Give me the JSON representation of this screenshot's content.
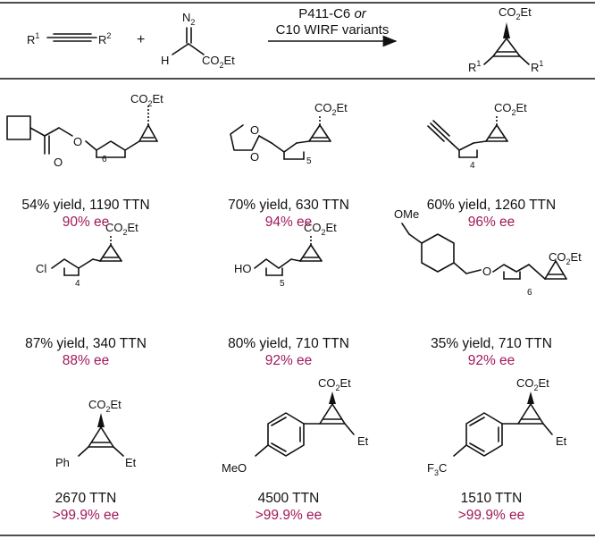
{
  "colors": {
    "ee": "#a0195a",
    "text": "#111111"
  },
  "scheme": {
    "r1": "R",
    "r1_sup": "1",
    "r2": "R",
    "r2_sup": "2",
    "plus": "+",
    "n2": "N",
    "n2_sub": "2",
    "h": "H",
    "co2et_a": "CO",
    "co2et_sub": "2",
    "co2et_b": "Et",
    "arrow_line1": "P411-C6",
    "arrow_or": "or",
    "arrow_line2": "C10 WIRF variants",
    "prod_r1": "R",
    "prod_r1_sup": "1"
  },
  "labels": {
    "co": "CO",
    "two": "2",
    "et": "Et",
    "o": "O",
    "cl": "Cl",
    "ho": "HO",
    "ph": "Ph",
    "meo": "MeO",
    "ome": "OMe",
    "f3c": "F",
    "f3c_sub": "3",
    "f3c_c": "C",
    "n6": "6",
    "n5": "5",
    "n4": "4"
  },
  "results": [
    {
      "yield": "54% yield, 1190 TTN",
      "ee": "90% ee"
    },
    {
      "yield": "70% yield, 630 TTN",
      "ee": "94% ee"
    },
    {
      "yield": "60% yield, 1260 TTN",
      "ee": "96% ee"
    },
    {
      "yield": "87% yield, 340 TTN",
      "ee": "88% ee"
    },
    {
      "yield": "80% yield, 710 TTN",
      "ee": "92% ee"
    },
    {
      "yield": "35% yield, 710 TTN",
      "ee": "92% ee"
    },
    {
      "yield": "2670 TTN",
      "ee": ">99.9% ee"
    },
    {
      "yield": "4500 TTN",
      "ee": ">99.9% ee"
    },
    {
      "yield": "1510 TTN",
      "ee": ">99.9% ee"
    }
  ]
}
